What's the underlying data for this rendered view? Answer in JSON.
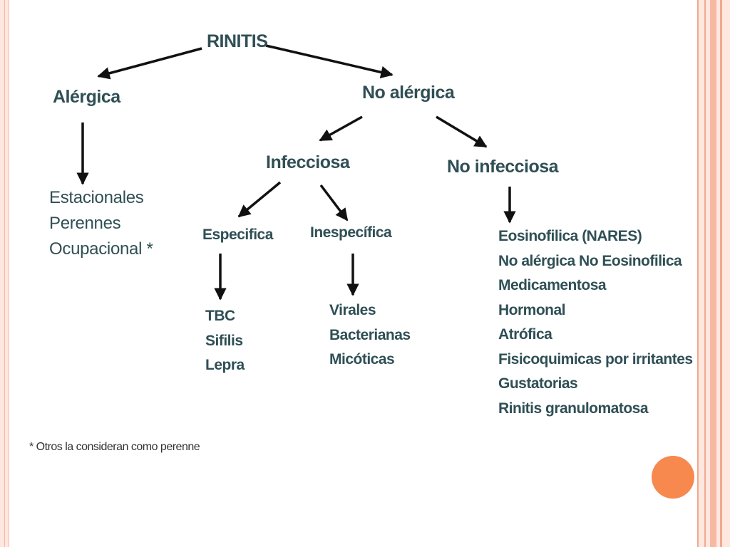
{
  "diagram": {
    "root": "RINITIS",
    "allergic": {
      "label": "Alérgica",
      "items": [
        "Estacionales",
        "Perennes",
        "Ocupacional *"
      ]
    },
    "non_allergic": {
      "label": "No alérgica",
      "infectious": {
        "label": "Infecciosa",
        "specific": {
          "label": "Especifica",
          "items": [
            "TBC",
            "Sifilis",
            "Lepra"
          ]
        },
        "nonspecific": {
          "label": "Inespecífica",
          "items": [
            "Virales",
            "Bacterianas",
            "Micóticas"
          ]
        }
      },
      "non_infectious": {
        "label": "No infecciosa",
        "items": [
          "Eosinofilica (NARES)",
          "No alérgica No Eosinofilica",
          "Medicamentosa",
          "Hormonal",
          "Atrófica",
          "Fisicoquimicas  por irritantes",
          "Gustatorias",
          "Rinitis granulomatosa"
        ]
      }
    },
    "footnote": "* Otros la consideran como perenne"
  },
  "colors": {
    "text": "#2f4f55",
    "arrow": "#111111",
    "frame": "#fde7de",
    "frame_stripe": "#f1a98f",
    "badge": "#f7894f"
  }
}
